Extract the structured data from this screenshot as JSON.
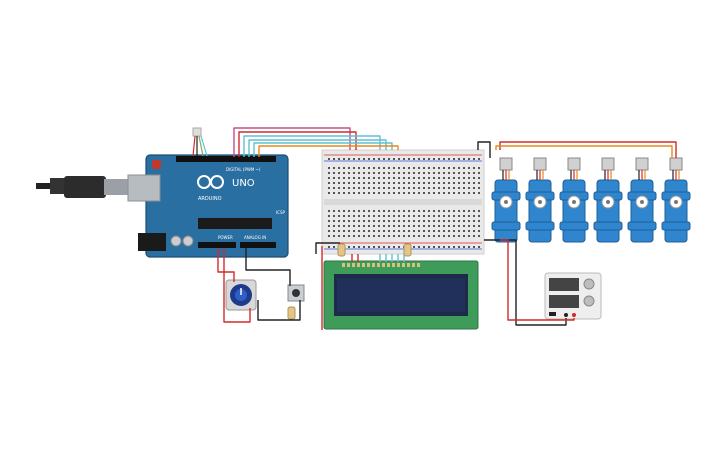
{
  "arduino": {
    "brand": "UNO",
    "logo_text": "ARDUINO",
    "header_digital": "DIGITAL (PWM ~)",
    "header_power": "POWER",
    "header_analog": "ANALOG IN",
    "icsp_label": "ICSP"
  },
  "breadboard": {},
  "lcd": {},
  "servos": {
    "count": 6
  },
  "power_supply": {},
  "colors": {
    "arduino_board": "#2a6fa1",
    "breadboard": "#e9e9e9",
    "lcd_pcb": "#3f9b5a",
    "lcd_screen": "#20305a",
    "servo": "#2f86cf",
    "wire_red": "#d42a2a",
    "wire_black": "#222222",
    "wire_orange": "#e68a1c",
    "wire_teal": "#5fc0d6",
    "wire_pink": "#c94d8a",
    "wire_green": "#7fb34d"
  }
}
